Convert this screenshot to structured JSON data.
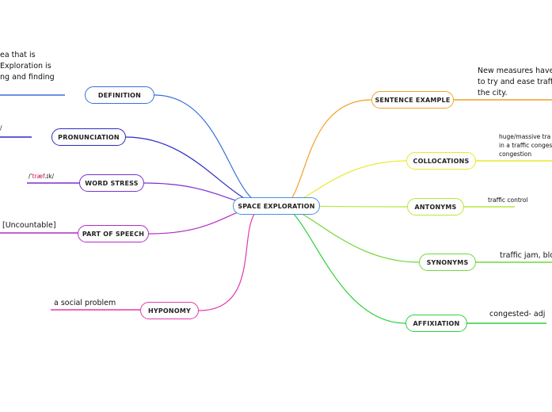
{
  "center": {
    "label": "SPACE EXPLORATION"
  },
  "left_branches": {
    "definition": {
      "label": "DEFINITION",
      "color": "#3a6fd8",
      "text_lines": [
        "ea that is",
        "Exploration is",
        "ng and finding"
      ]
    },
    "pronunciation": {
      "label": "PRONUNCIATION",
      "color": "#2b2bc4",
      "text": "/"
    },
    "word_stress": {
      "label": "WORD STRESS",
      "color": "#7a2fd0",
      "text_prefix": "/ˈ",
      "text_highlight": "træf",
      "text_suffix": ".ɪk/"
    },
    "part_of_speech": {
      "label": "PART OF SPEECH",
      "color": "#b12bc4",
      "text": "[Uncountable]"
    },
    "hyponomy": {
      "label": "HYPONOMY",
      "color": "#e23aa8",
      "text": "a social  problem"
    }
  },
  "right_branches": {
    "sentence_example": {
      "label": "SENTENCE EXAMPLE",
      "color": "#f2a12a",
      "text_lines": [
        "New measures have",
        "to try and ease traffi",
        "the city."
      ]
    },
    "collocations": {
      "label": "COLLOCATIONS",
      "color": "#e8e82a",
      "text_lines": [
        "huge/massive tra",
        "in a traffic conges",
        "congestion"
      ]
    },
    "antonyms": {
      "label": "ANTONYMS",
      "color": "#b6e83a",
      "text": "traffic control"
    },
    "synonyms": {
      "label": "SYNONYMS",
      "color": "#6fd83a",
      "text": "traffic jam, blo"
    },
    "affixiation": {
      "label": "AFFIXIATION",
      "color": "#2fd03a",
      "text": "congested- adj"
    }
  }
}
